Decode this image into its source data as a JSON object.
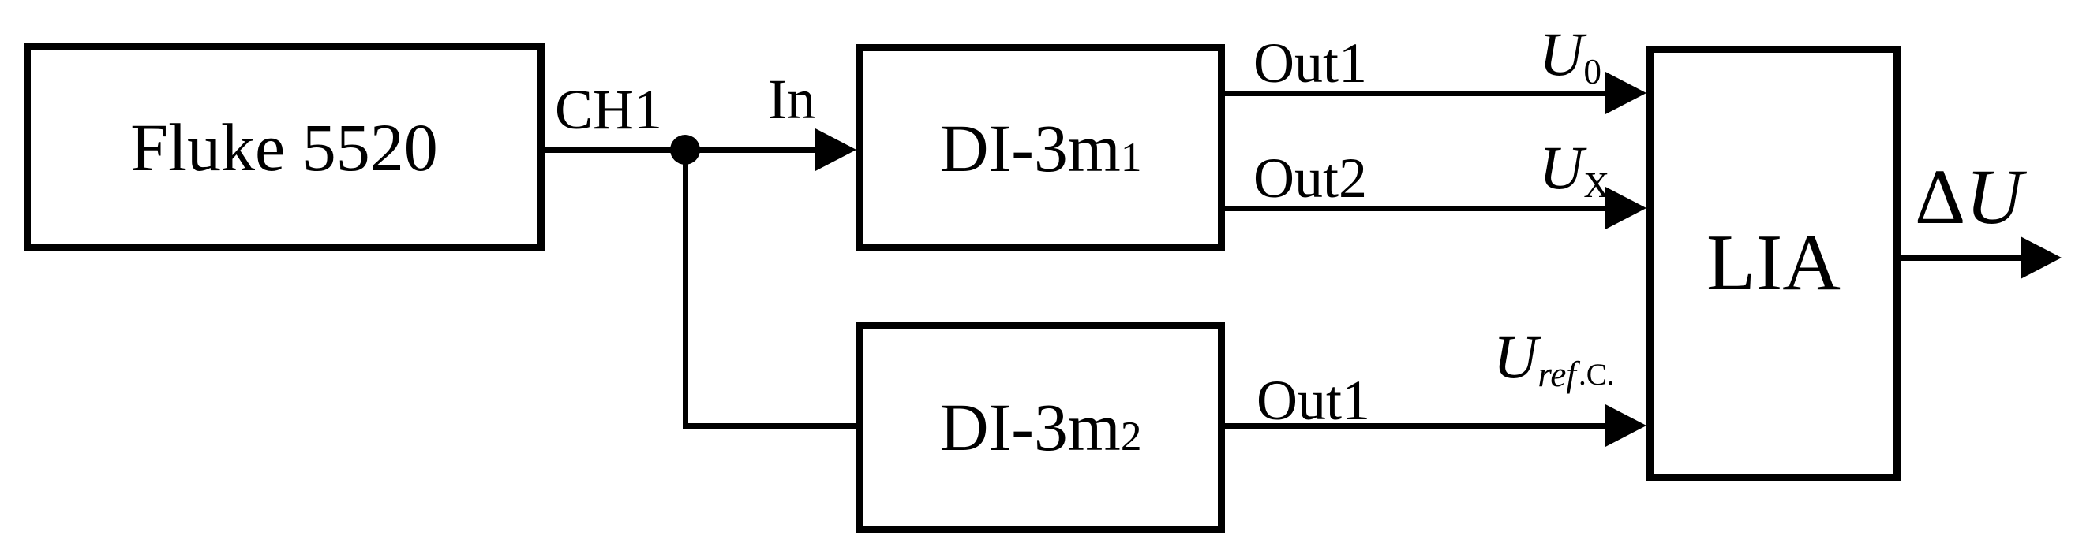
{
  "colors": {
    "background": "#ffffff",
    "line": "#000000",
    "text": "#000000"
  },
  "blocks": {
    "fluke": {
      "label": "Fluke 5520"
    },
    "di3m1": {
      "base": "DI-3m",
      "index": "1"
    },
    "di3m2": {
      "base": "DI-3m",
      "index": "2"
    },
    "lia": {
      "label": "LIA"
    }
  },
  "labels": {
    "ch1": "CH1",
    "in": "In",
    "out1_top": "Out1",
    "out2": "Out2",
    "out1_bottom": "Out1",
    "u0": {
      "base": "U",
      "sub": "0"
    },
    "ux": {
      "base": "U",
      "sub": "X"
    },
    "uref": {
      "base": "U",
      "sub_italic": "ref",
      "sub_upright": ".C."
    },
    "du": {
      "delta": "Δ",
      "base": "U"
    }
  }
}
